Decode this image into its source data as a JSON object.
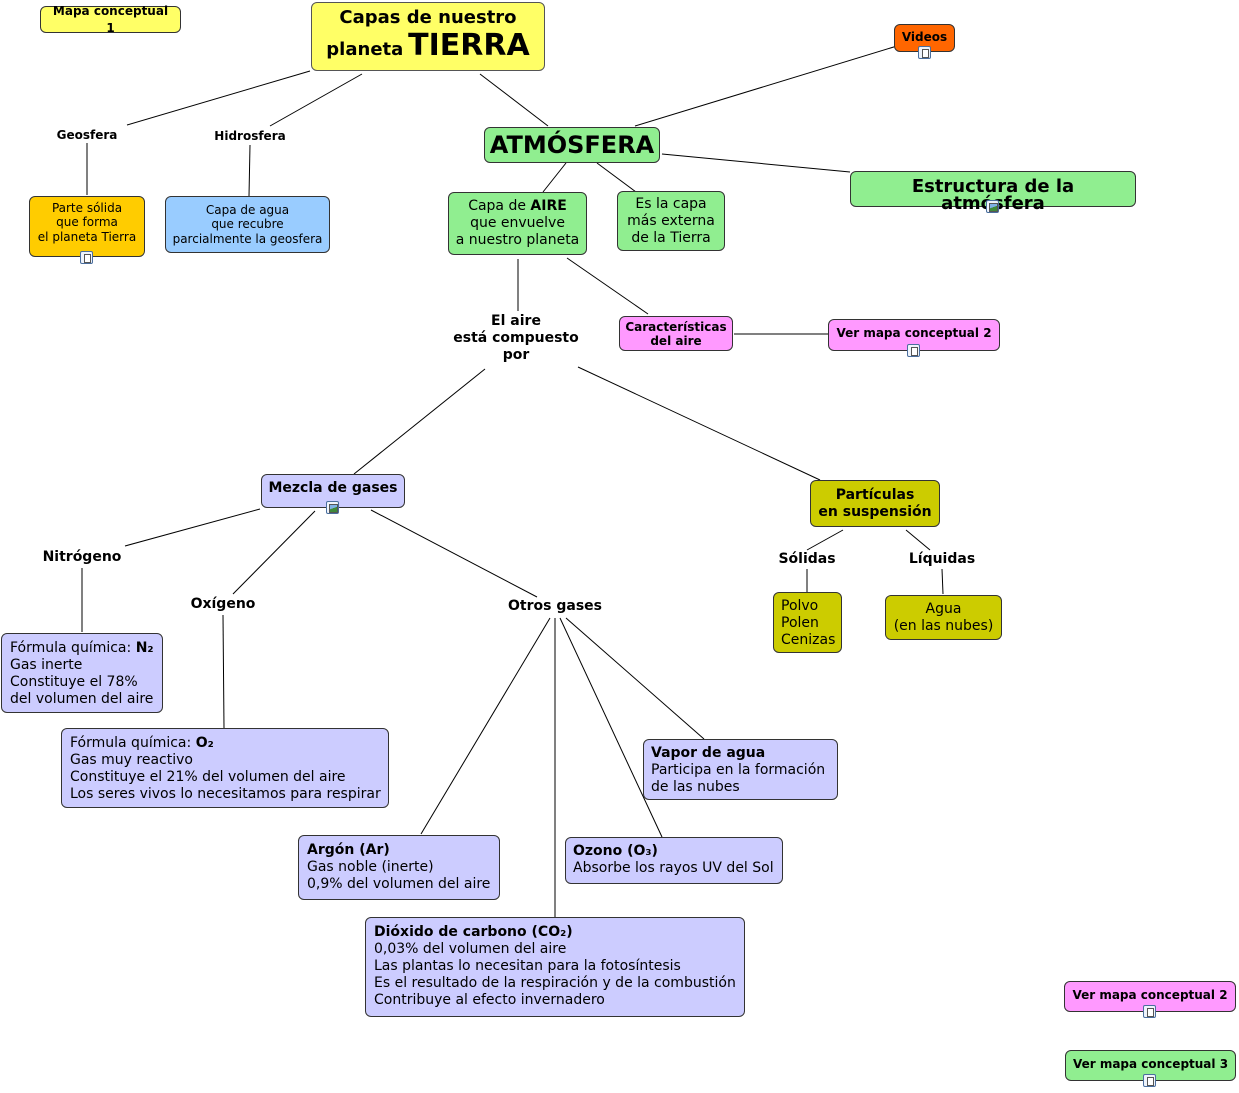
{
  "map_label": "Mapa conceptual 1",
  "videos": "Videos",
  "title": {
    "line1": "Capas de nuestro",
    "line2a": "planeta",
    "line2b": "TIERRA"
  },
  "geosfera": {
    "label": "Geosfera",
    "desc": [
      "Parte sólida",
      "que forma",
      "el planeta Tierra"
    ]
  },
  "hidrosfera": {
    "label": "Hidrosfera",
    "desc": [
      "Capa de agua",
      "que recubre",
      "parcialmente la geosfera"
    ]
  },
  "atmosfera": "ATMÓSFERA",
  "estructura": "Estructura de la atmósfera",
  "capa_aire": {
    "pre": "Capa de",
    "bold": "AIRE",
    "line2": "que envuelve",
    "line3": "a nuestro planeta"
  },
  "capa_externa": [
    "Es la capa",
    "más externa",
    "de la Tierra"
  ],
  "caracteristicas": [
    "Características",
    "del aire"
  ],
  "ver_mapa_2": "Ver mapa conceptual 2",
  "compuesto": [
    "El aire",
    "está compuesto",
    "por"
  ],
  "mezcla": "Mezcla de gases",
  "particulas": [
    "Partículas",
    "en suspensión"
  ],
  "solidas": {
    "label": "Sólidas",
    "items": [
      "Polvo",
      "Polen",
      "Cenizas"
    ]
  },
  "liquidas": {
    "label": "Líquidas",
    "items": [
      "Agua",
      "(en las nubes)"
    ]
  },
  "nitrogeno": {
    "label": "Nitrógeno",
    "formula_pre": "Fórmula química:",
    "formula": "N₂",
    "lines": [
      "Gas inerte",
      "Constituye el 78%",
      "del volumen del aire"
    ]
  },
  "oxigeno": {
    "label": "Oxígeno",
    "formula_pre": "Fórmula química:",
    "formula": "O₂",
    "lines": [
      "Gas muy reactivo",
      "Constituye el 21% del volumen del aire",
      "Los seres vivos lo necesitamos para respirar"
    ]
  },
  "otros": "Otros gases",
  "vapor": {
    "title": "Vapor de agua",
    "lines": [
      "Participa en la formación",
      "de las nubes"
    ]
  },
  "ozono": {
    "title": "Ozono (O₃)",
    "lines": [
      "Absorbe los rayos UV del Sol"
    ]
  },
  "argon": {
    "title": "Argón (Ar)",
    "lines": [
      "Gas noble (inerte)",
      "0,9% del volumen del aire"
    ]
  },
  "co2": {
    "title": "Dióxido de carbono (CO₂)",
    "lines": [
      "0,03% del volumen del aire",
      "Las plantas lo necesitan para la fotosíntesis",
      "Es el resultado de la respiración y de la combustión",
      "Contribuye al efecto invernadero"
    ]
  },
  "bottom_links": [
    "Ver mapa conceptual 2",
    "Ver mapa conceptual 3"
  ],
  "colors": {
    "yellow": "#ffff66",
    "orange": "#ff6600",
    "green": "#90ee90",
    "gold": "#ffcc00",
    "blue": "#99ccff",
    "pink": "#ff99ff",
    "lavender": "#ccccff",
    "olive": "#cccc00"
  }
}
